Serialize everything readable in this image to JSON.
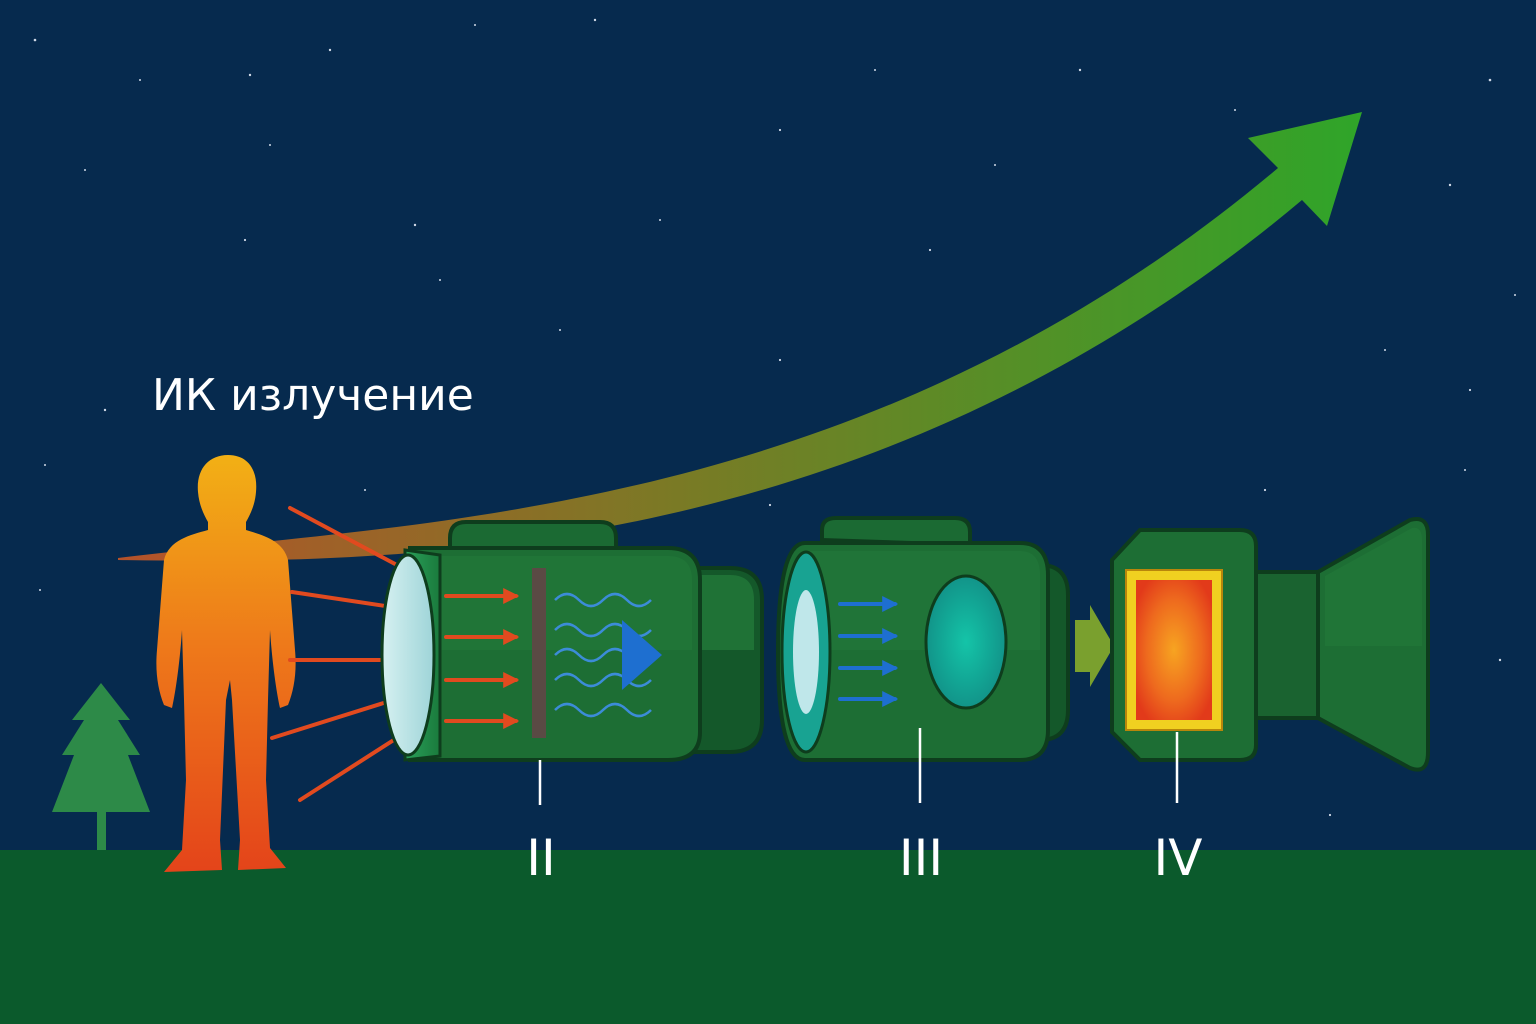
{
  "title": "ИК излучение",
  "stage_labels": [
    {
      "id": "II",
      "text": "II"
    },
    {
      "id": "III",
      "text": "III"
    },
    {
      "id": "IV",
      "text": "IV"
    }
  ],
  "colors": {
    "sky": "#062a4e",
    "ground": "#0b5a2c",
    "device_body": "#1d6e34",
    "device_dark": "#114a22",
    "ir_rays": "#e14a1f",
    "signal_arrows": "#1e6fd0",
    "person_top": "#f0a419",
    "person_bottom": "#e5451a",
    "arrow_start": "#b45a24",
    "arrow_end": "#2fa12a",
    "lens": "#bfe7ea",
    "display_frame": "#f0d020",
    "display_center": "#f8a020",
    "display_edge": "#e23a1a"
  }
}
